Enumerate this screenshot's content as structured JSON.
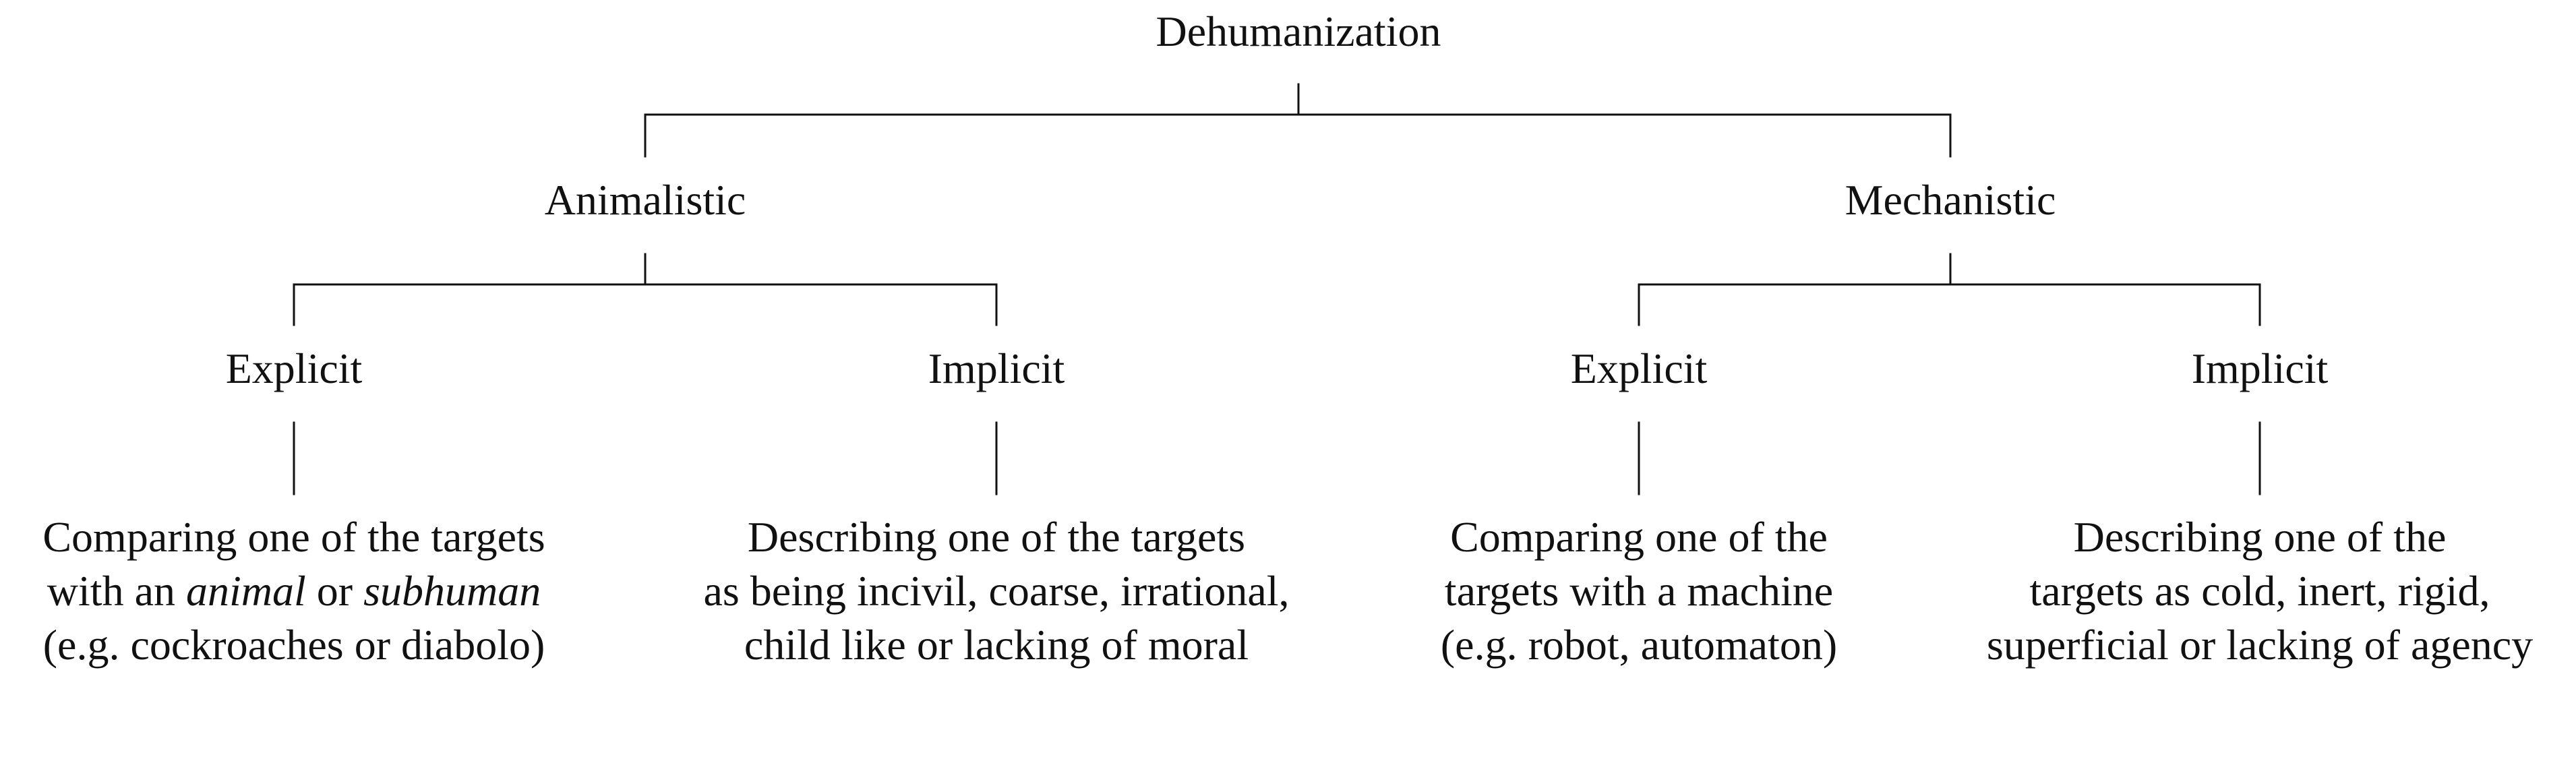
{
  "root": {
    "label": "Dehumanization"
  },
  "branches": [
    {
      "label": "Animalistic",
      "children": [
        {
          "label": "Explicit",
          "description": {
            "line1": "Comparing one of the targets",
            "line2_pre": "with an ",
            "line2_em1": "animal",
            "line2_mid": " or ",
            "line2_em2": "subhuman",
            "line3": "(e.g. cockroaches or diabolo)"
          }
        },
        {
          "label": "Implicit",
          "description": {
            "line1": "Describing one of the targets",
            "line2": "as being incivil, coarse, irrational,",
            "line3": "child like or lacking of moral"
          }
        }
      ]
    },
    {
      "label": "Mechanistic",
      "children": [
        {
          "label": "Explicit",
          "description": {
            "line1": "Comparing one of the",
            "line2": "targets with a machine",
            "line3": "(e.g. robot, automaton)"
          }
        },
        {
          "label": "Implicit",
          "description": {
            "line1": "Describing one of the",
            "line2": "targets as cold, inert, rigid,",
            "line3": "superficial or lacking of agency"
          }
        }
      ]
    }
  ]
}
